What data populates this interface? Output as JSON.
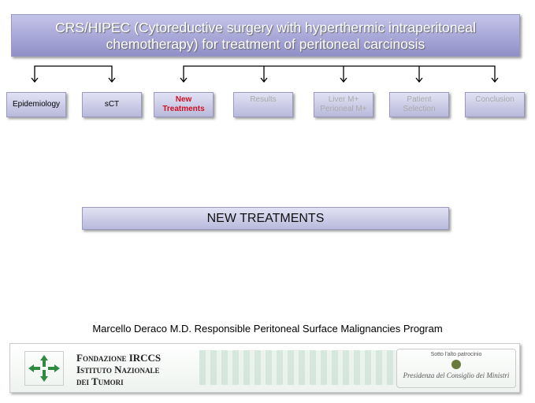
{
  "title": "CRS/HIPEC (Cytoreductive surgery with hyperthermic intraperitoneal chemotherapy) for treatment of peritoneal carcinosis",
  "nav": [
    {
      "line1": "Epidemiology",
      "line2": ""
    },
    {
      "line1": "sCT",
      "line2": ""
    },
    {
      "line1": "New",
      "line2": "Treatments"
    },
    {
      "line1": "Results",
      "line2": ""
    },
    {
      "line1": "Liver M+",
      "line2": "Perioneal M+"
    },
    {
      "line1": "Patient",
      "line2": "Selection"
    },
    {
      "line1": "Conclusion",
      "line2": ""
    }
  ],
  "section_title": "NEW TREATMENTS",
  "author": "Marcello Deraco M.D. Responsible  Peritoneal Surface Malignancies Program",
  "banner": {
    "inst_line1": "Fondazione IRCCS",
    "inst_line2": "Istituto Nazionale",
    "inst_line3": "dei Tumori",
    "patronage": "Sotto l'alto patrocinio",
    "presidency": "Presidenza del Consiglio dei Ministri"
  },
  "colors": {
    "active": "#d01020",
    "box": "#c4c4ea"
  }
}
